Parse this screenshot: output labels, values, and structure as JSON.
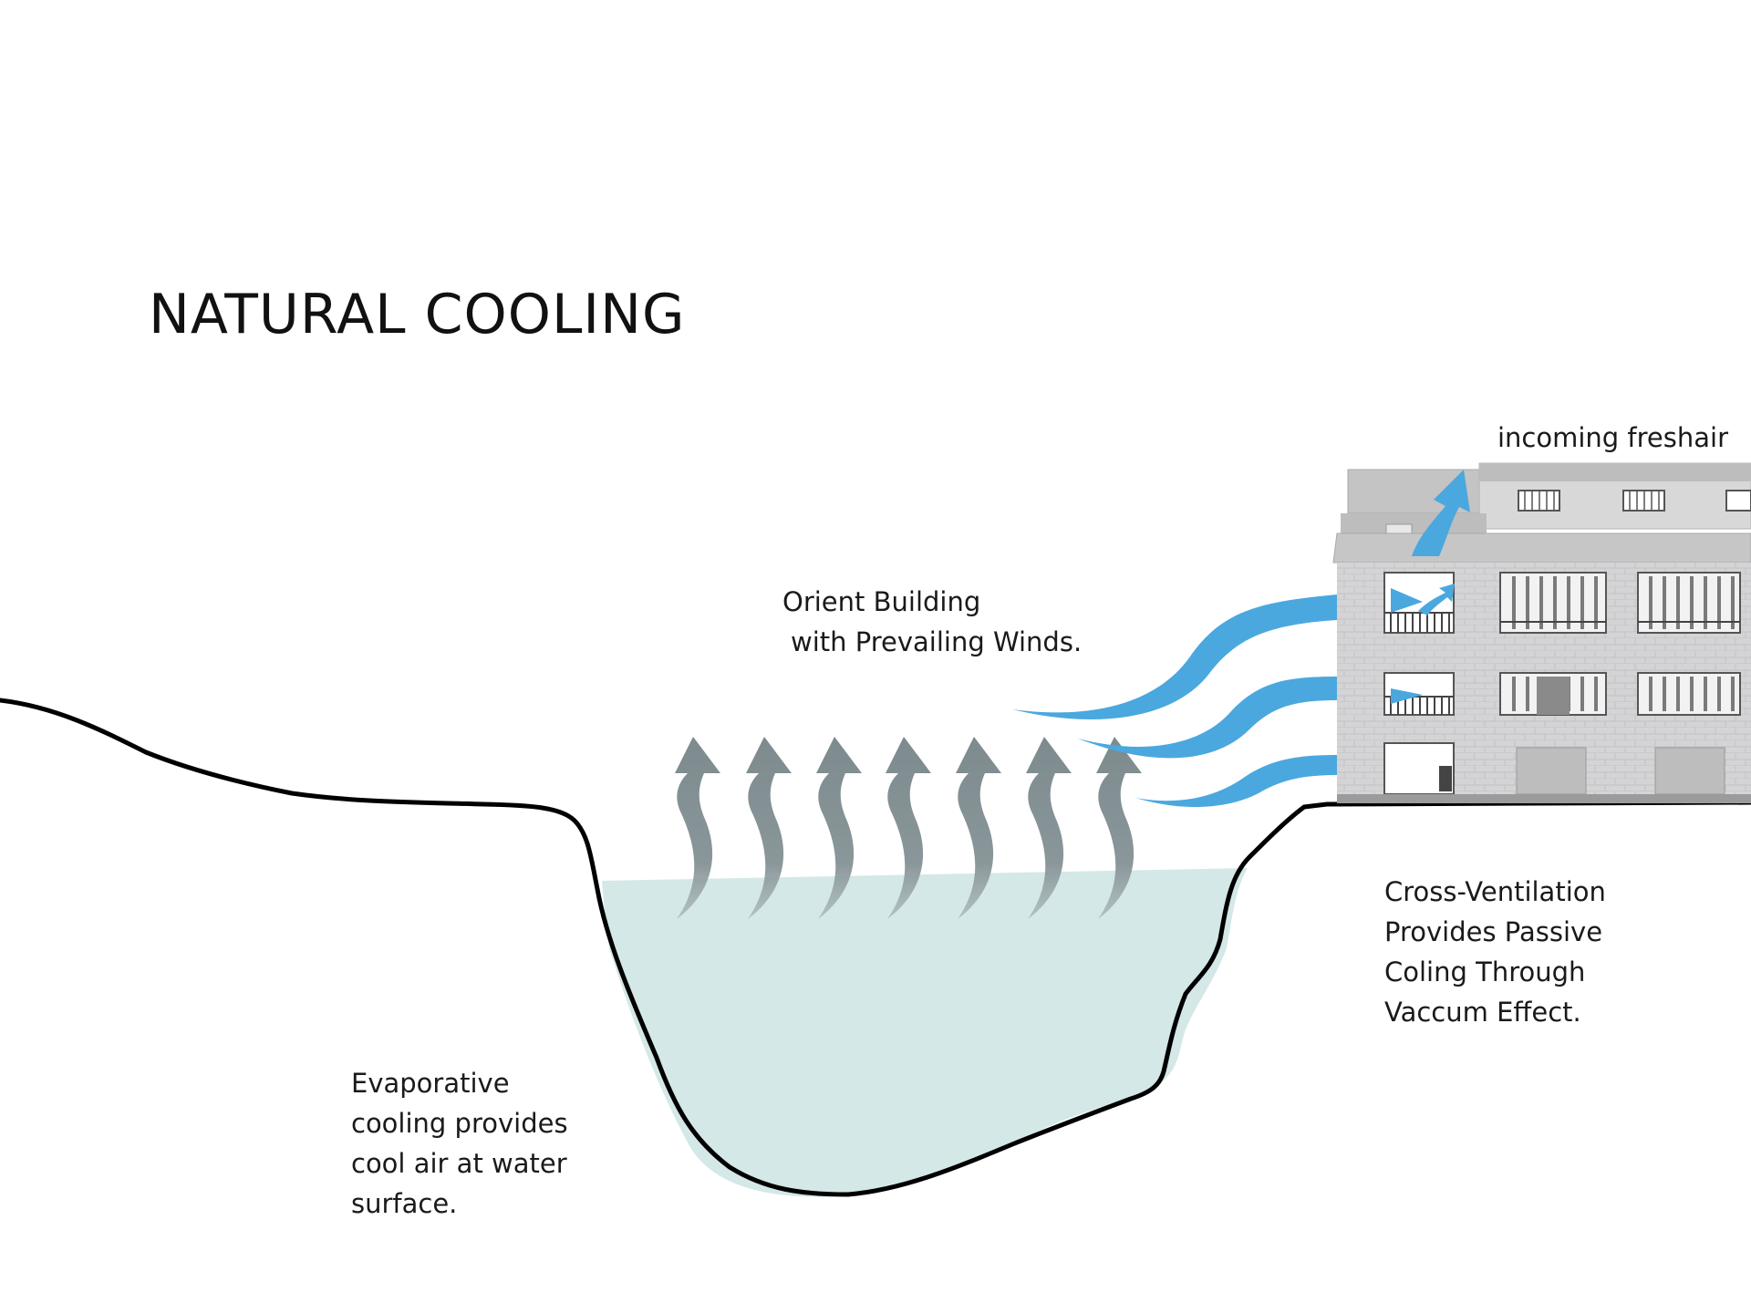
{
  "title": "NATURAL COOLING",
  "labels": {
    "incoming_freshair": "incoming freshair",
    "orient_line1": "Orient Building",
    "orient_line2": "with Prevailing Winds.",
    "cross_line1": "Cross-Ventilation",
    "cross_line2": "Provides Passive",
    "cross_line3": "Coling Through",
    "cross_line4": "Vaccum Effect.",
    "evap_line1": "Evaporative",
    "evap_line2": "cooling provides",
    "evap_line3": "cool air at water",
    "evap_line4": "surface."
  },
  "colors": {
    "ground_line": "#000000",
    "water": "#d3e8e7",
    "evaporation_arrow": "#7d8a8e",
    "wind_arrow": "#4aa8df",
    "building_wall": "#d2d2d4",
    "roof": "#bdbdbd",
    "window_frame": "#555555"
  },
  "icons": {
    "evaporation": "evaporation-arrow-icon",
    "wind": "wind-flow-icon",
    "building": "building-icon"
  }
}
